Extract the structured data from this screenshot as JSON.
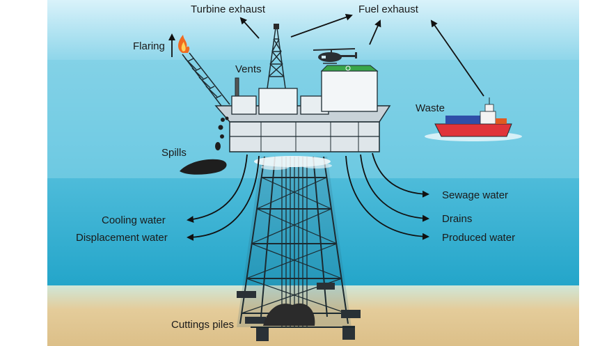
{
  "labels": {
    "turbine_exhaust": "Turbine exhaust",
    "fuel_exhaust": "Fuel exhaust",
    "flaring": "Flaring",
    "vents": "Vents",
    "waste": "Waste",
    "spills": "Spills",
    "sewage_water": "Sewage water",
    "cooling_water": "Cooling water",
    "drains": "Drains",
    "displacement_water": "Displacement water",
    "produced_water": "Produced water",
    "cuttings_piles": "Cuttings piles"
  },
  "colors": {
    "sky_top": "#d9f2fa",
    "sky_bottom": "#8fd6ea",
    "sea_surface": "#7fd0e6",
    "sea_deep": "#1fa3c8",
    "seabed": "#e4cc9a",
    "flame": "#f06a20",
    "ship_hull": "#e0343a",
    "helipad": "#3aa64a"
  }
}
